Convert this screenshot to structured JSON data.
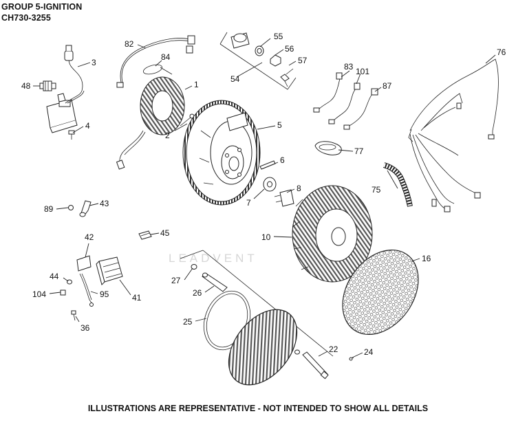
{
  "header": {
    "group": "GROUP 5-IGNITION",
    "model": "CH730-3255"
  },
  "footer": "ILLUSTRATIONS ARE REPRESENTATIVE - NOT INTENDED TO SHOW ALL DETAILS",
  "watermark": "LEADVENT",
  "callouts": [
    {
      "id": "1",
      "label": "1"
    },
    {
      "id": "2",
      "label": "2"
    },
    {
      "id": "3",
      "label": "3"
    },
    {
      "id": "4",
      "label": "4"
    },
    {
      "id": "5",
      "label": "5"
    },
    {
      "id": "6",
      "label": "6"
    },
    {
      "id": "7",
      "label": "7"
    },
    {
      "id": "8",
      "label": "8"
    },
    {
      "id": "10",
      "label": "10"
    },
    {
      "id": "16",
      "label": "16"
    },
    {
      "id": "22",
      "label": "22"
    },
    {
      "id": "24",
      "label": "24"
    },
    {
      "id": "25",
      "label": "25"
    },
    {
      "id": "26",
      "label": "26"
    },
    {
      "id": "27",
      "label": "27"
    },
    {
      "id": "36",
      "label": "36"
    },
    {
      "id": "41",
      "label": "41"
    },
    {
      "id": "42",
      "label": "42"
    },
    {
      "id": "43",
      "label": "43"
    },
    {
      "id": "44",
      "label": "44"
    },
    {
      "id": "45",
      "label": "45"
    },
    {
      "id": "48",
      "label": "48"
    },
    {
      "id": "54",
      "label": "54"
    },
    {
      "id": "55",
      "label": "55"
    },
    {
      "id": "56",
      "label": "56"
    },
    {
      "id": "57",
      "label": "57"
    },
    {
      "id": "75",
      "label": "75"
    },
    {
      "id": "76",
      "label": "76"
    },
    {
      "id": "77",
      "label": "77"
    },
    {
      "id": "82",
      "label": "82"
    },
    {
      "id": "83",
      "label": "83"
    },
    {
      "id": "84",
      "label": "84"
    },
    {
      "id": "87",
      "label": "87"
    },
    {
      "id": "89",
      "label": "89"
    },
    {
      "id": "95",
      "label": "95"
    },
    {
      "id": "101",
      "label": "101"
    },
    {
      "id": "104",
      "label": "104"
    }
  ]
}
